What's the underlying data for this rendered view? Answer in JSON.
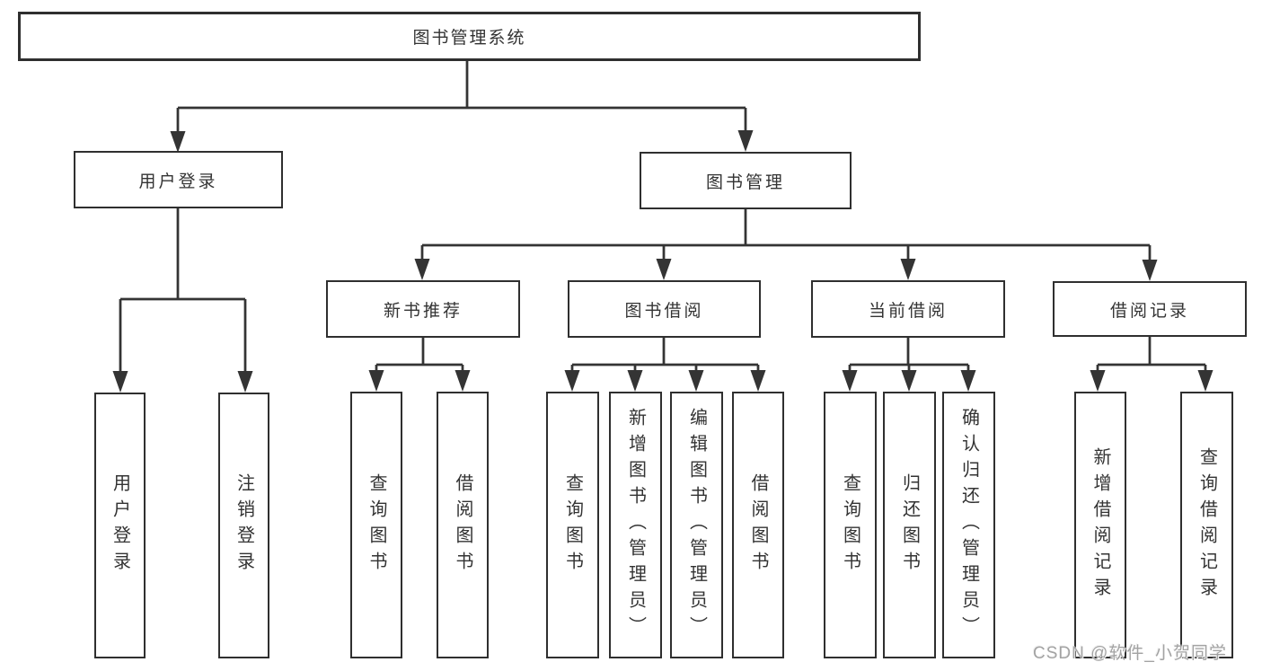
{
  "tree": {
    "root": "图书管理系统",
    "branches": [
      {
        "label": "用户登录",
        "children": [
          {
            "label": "用户登录"
          },
          {
            "label": "注销登录"
          }
        ]
      },
      {
        "label": "图书管理",
        "children": [
          {
            "label": "新书推荐",
            "children": [
              {
                "label": "查询图书"
              },
              {
                "label": "借阅图书"
              }
            ]
          },
          {
            "label": "图书借阅",
            "children": [
              {
                "label": "查询图书"
              },
              {
                "label": "新增图书（管理员）"
              },
              {
                "label": "编辑图书（管理员）"
              },
              {
                "label": "借阅图书"
              }
            ]
          },
          {
            "label": "当前借阅",
            "children": [
              {
                "label": "查询图书"
              },
              {
                "label": "归还图书"
              },
              {
                "label": "确认归还（管理员）"
              }
            ]
          },
          {
            "label": "借阅记录",
            "children": [
              {
                "label": "新增借阅记录"
              },
              {
                "label": "查询借阅记录"
              }
            ]
          }
        ]
      }
    ]
  },
  "watermark": {
    "text": "CSDN @软件_小贺同学"
  },
  "colors": {
    "line": "#343434",
    "box_border": "#2f2f2f",
    "text": "#333333",
    "watermark": "#a3a3a3",
    "background": "#ffffff"
  }
}
